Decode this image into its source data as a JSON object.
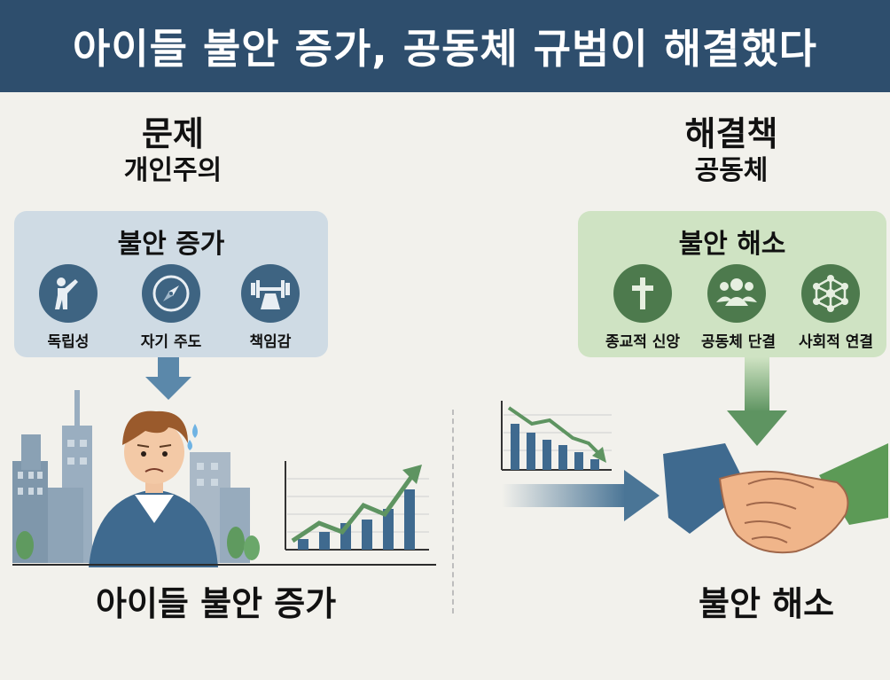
{
  "title": "아이들 불안 증가, 공동체 규범이 해결했다",
  "problem": {
    "heading": "문제",
    "subheading": "개인주의",
    "panel_title": "불안 증가",
    "items": [
      {
        "icon": "independence-icon",
        "label": "독립성"
      },
      {
        "icon": "compass-icon",
        "label": "자기 주도"
      },
      {
        "icon": "weightlifting-icon",
        "label": "책임감"
      }
    ],
    "result_label": "아이들 불안 증가"
  },
  "solution": {
    "heading": "해결책",
    "subheading": "공동체",
    "panel_title": "불안 해소",
    "items": [
      {
        "icon": "cross-icon",
        "label": "종교적 신앙"
      },
      {
        "icon": "group-icon",
        "label": "공동체 단결"
      },
      {
        "icon": "network-icon",
        "label": "사회적 연결"
      }
    ],
    "result_label": "불안 해소"
  },
  "colors": {
    "title_bar": "#2e4e6d",
    "problem_panel": "#cfdbe4",
    "solution_panel": "#cfe3c3",
    "problem_icon": "#3e6482",
    "solution_icon": "#4d7a4d",
    "background": "#f2f1ec"
  }
}
